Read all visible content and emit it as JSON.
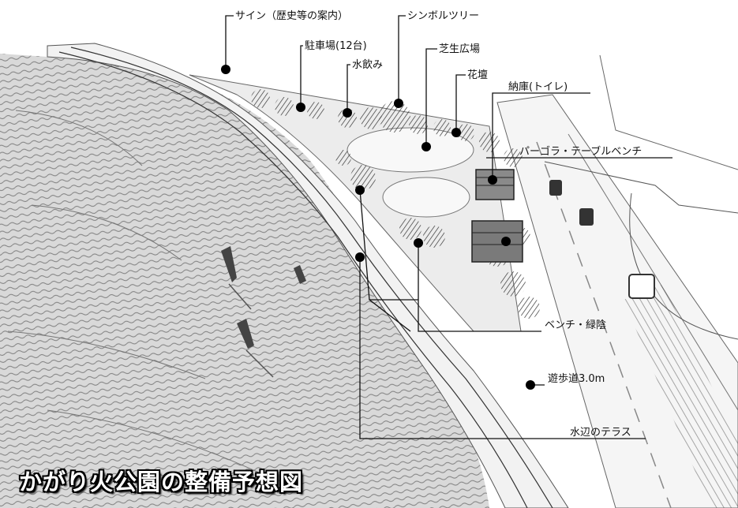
{
  "caption": "かがり火公園の整備予想図",
  "callouts": {
    "sign": "サイン（歴史等の案内）",
    "parking": "駐車場(12台)",
    "water": "水飲み",
    "symbol_tree": "シンボルツリー",
    "lawn": "芝生広場",
    "flowerbed": "花壇",
    "toilet": "納庫(トイレ)",
    "pergola": "パーゴラ・テーブルベンチ",
    "bench": "ベンチ・緑陰",
    "promenade": "遊歩道3.0m",
    "terrace": "水辺のテラス"
  }
}
